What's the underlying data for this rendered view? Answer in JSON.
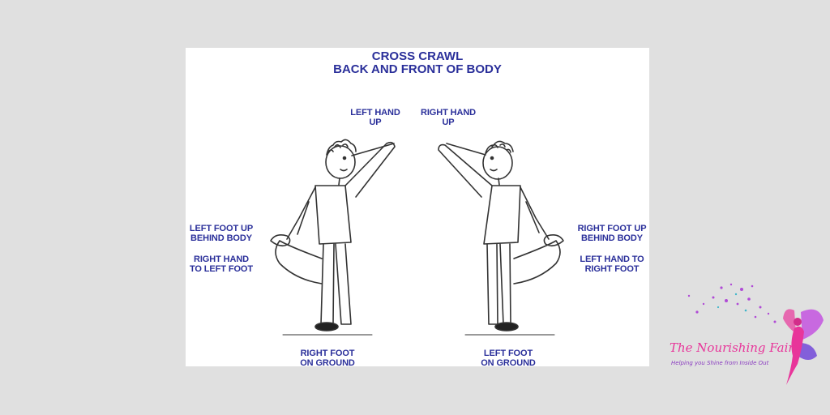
{
  "illustration": {
    "title_line1": "CROSS CRAWL",
    "title_line2": "BACK AND FRONT OF  BODY",
    "labels": {
      "left_hand_up_1": "LEFT HAND",
      "left_hand_up_2": "UP",
      "right_hand_up_1": "RIGHT HAND",
      "right_hand_up_2": "UP",
      "left_foot_behind_1": "LEFT FOOT UP",
      "left_foot_behind_2": "BEHIND BODY",
      "right_hand_to_left_1": "RIGHT HAND",
      "right_hand_to_left_2": "TO LEFT FOOT",
      "right_foot_behind_1": "RIGHT FOOT UP",
      "right_foot_behind_2": "BEHIND BODY",
      "left_hand_to_right_1": "LEFT HAND TO",
      "left_hand_to_right_2": "RIGHT FOOT",
      "right_foot_ground_1": "RIGHT FOOT",
      "right_foot_ground_2": "ON GROUND",
      "left_foot_ground_1": "LEFT FOOT",
      "left_foot_ground_2": "ON GROUND"
    }
  },
  "brand": {
    "name": "The Nourishing Fairy",
    "tagline": "Helping you Shine from Inside Out",
    "colors": {
      "pink": "#e8359a",
      "purple": "#8a3cc0",
      "text_blue": "#2a2f9a"
    }
  }
}
